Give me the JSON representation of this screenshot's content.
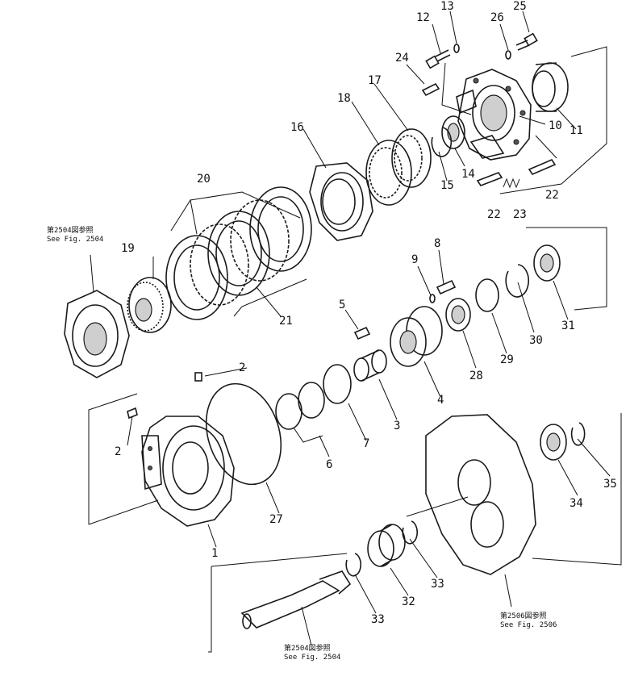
{
  "callouts": [
    "1",
    "2",
    "2",
    "3",
    "4",
    "5",
    "6",
    "7",
    "8",
    "9",
    "10",
    "11",
    "12",
    "13",
    "14",
    "15",
    "16",
    "17",
    "18",
    "19",
    "20",
    "21",
    "22",
    "22",
    "23",
    "24",
    "25",
    "26",
    "27",
    "28",
    "29",
    "30",
    "31",
    "32",
    "33",
    "33",
    "34",
    "35"
  ],
  "references": {
    "fig2504_top": {
      "jp": "第2504図参照",
      "en": "See  Fig. 2504"
    },
    "fig2504_bottom": {
      "jp": "第2504図参照",
      "en": "See  Fig. 2504"
    },
    "fig2506": {
      "jp": "第2506図参照",
      "en": "See  Fig. 2506"
    }
  }
}
